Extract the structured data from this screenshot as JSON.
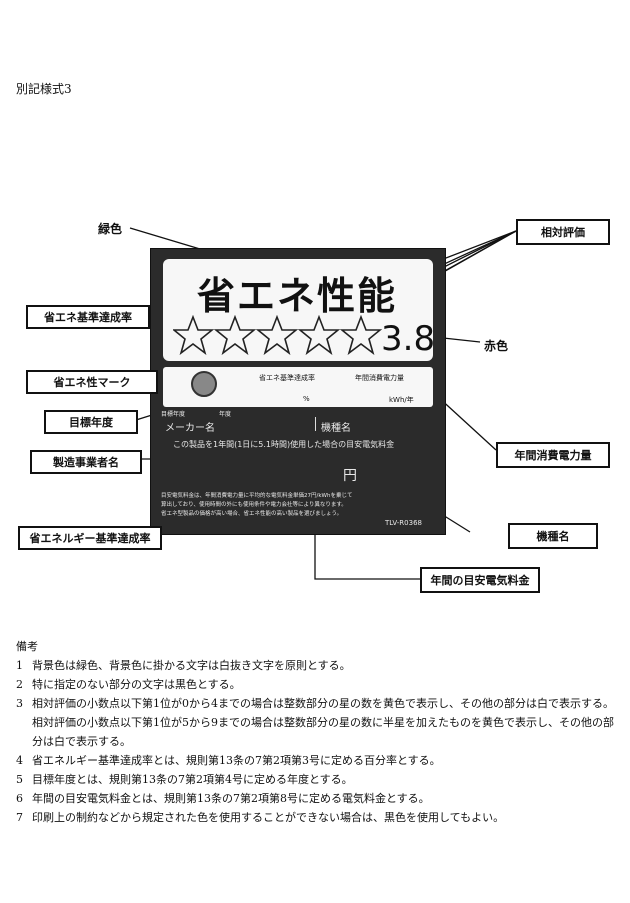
{
  "form_number": "別記様式3",
  "label": {
    "title": "省エネ性能",
    "score": "3.8",
    "star_count": 5,
    "achievement_header": "省エネ基準達成率",
    "annual_power_header": "年間消費電力量",
    "target_year_label": "目標年度",
    "year_unit": "年度",
    "percent_unit": "%",
    "kwh_unit": "kWh/年",
    "maker_label": "メーカー名",
    "model_label": "機種名",
    "usage_note": "この製品を1年間(1日に5.1時間)使用した場合の目安電気料金",
    "yen_unit": "円",
    "footnote_lines": [
      "目安電気料金は、年間消費電力量に平均的な電気料金単価27円/kWhを乗じて",
      "算出しており、使用時間の外にも使用条件や電力会社等により異なります。",
      "省エネ型製品の価格が高い場合、省エネ性能の高い製品を選びましょう。"
    ],
    "label_code": "TLV-R0368"
  },
  "callouts": {
    "green": "緑色",
    "relative": "相対評価",
    "achievement_rate": "省エネ基準達成率",
    "red": "赤色",
    "mark": "省エネ性マーク",
    "target_year": "目標年度",
    "annual_power": "年間消費電力量",
    "manufacturer": "製造事業者名",
    "energy_achievement": "省エネルギー基準達成率",
    "model_name": "機種名",
    "annual_cost": "年間の目安電気料金"
  },
  "notes": {
    "heading": "備考",
    "items": [
      {
        "num": "1",
        "text": "背景色は緑色、背景色に掛かる文字は白抜き文字を原則とする。"
      },
      {
        "num": "2",
        "text": "特に指定のない部分の文字は黒色とする。"
      },
      {
        "num": "3",
        "text": "相対評価の小数点以下第1位が0から4までの場合は整数部分の星の数を黄色で表示し、その他の部分は白で表示する。相対評価の小数点以下第1位が5から9までの場合は整数部分の星の数に半星を加えたものを黄色で表示し、その他の部分は白で表示する。"
      },
      {
        "num": "4",
        "text": "省エネルギー基準達成率とは、規則第13条の7第2項第3号に定める百分率とする。"
      },
      {
        "num": "5",
        "text": "目標年度とは、規則第13条の7第2項第4号に定める年度とする。"
      },
      {
        "num": "6",
        "text": "年間の目安電気料金とは、規則第13条の7第2項第8号に定める電気料金とする。"
      },
      {
        "num": "7",
        "text": "印刷上の制約などから規定された色を使用することができない場合は、黒色を使用してもよい。"
      }
    ]
  }
}
